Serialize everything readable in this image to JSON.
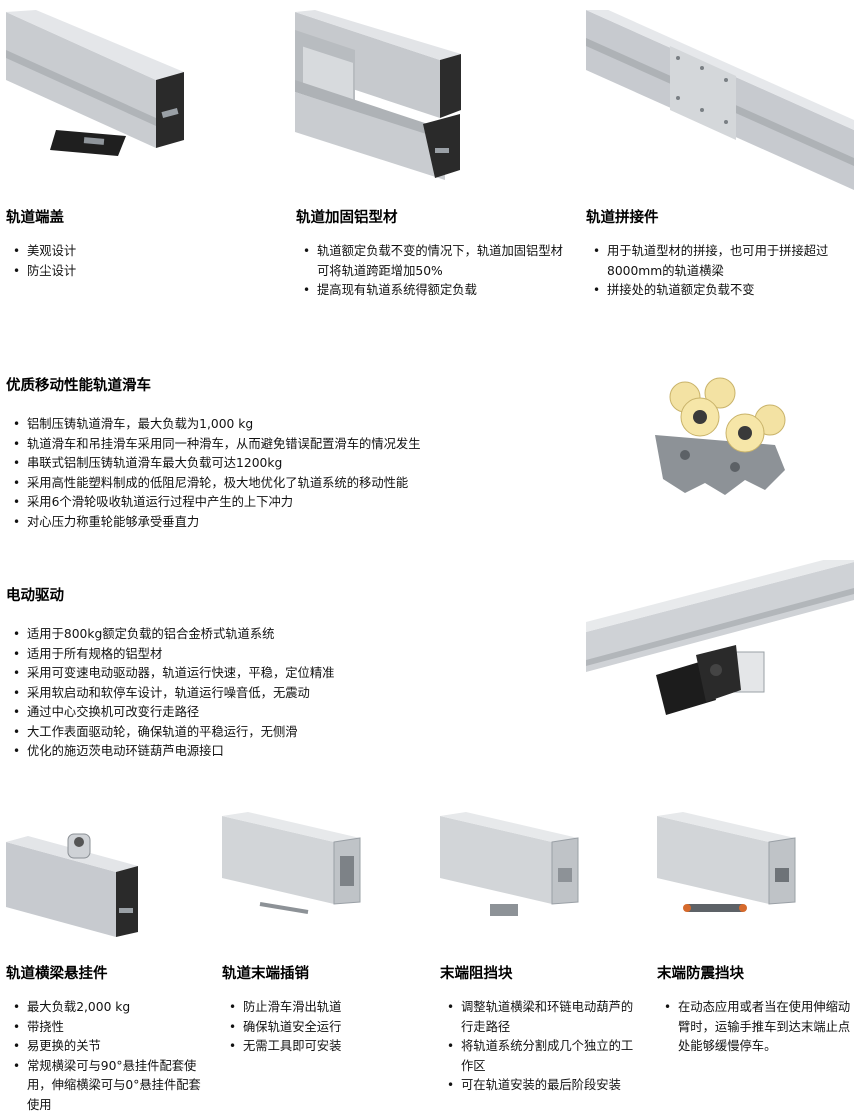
{
  "top": [
    {
      "title": "轨道端盖",
      "items": [
        "美观设计",
        "防尘设计"
      ]
    },
    {
      "title": "轨道加固铝型材",
      "items": [
        "轨道额定负载不变的情况下，轨道加固铝型材可将轨道跨距增加50%",
        "提高现有轨道系统得额定负载"
      ]
    },
    {
      "title": "轨道拼接件",
      "items": [
        "用于轨道型材的拼接，也可用于拼接超过8000mm的轨道横梁",
        "拼接处的轨道额定负载不变"
      ]
    }
  ],
  "trolley": {
    "title": "优质移动性能轨道滑车",
    "items": [
      "铝制压铸轨道滑车，最大负载为1,000 kg",
      "轨道滑车和吊挂滑车采用同一种滑车，从而避免错误配置滑车的情况发生",
      "串联式铝制压铸轨道滑车最大负载可达1200kg",
      "采用高性能塑料制成的低阻尼滑轮，极大地优化了轨道系统的移动性能",
      "采用6个滑轮吸收轨道运行过程中产生的上下冲力",
      "对心压力称重轮能够承受垂直力"
    ]
  },
  "drive": {
    "title": "电动驱动",
    "items": [
      "适用于800kg额定负载的铝合金桥式轨道系统",
      "适用于所有规格的铝型材",
      "采用可变速电动驱动器，轨道运行快速，平稳，定位精准",
      "采用软启动和软停车设计，轨道运行噪音低，无震动",
      "通过中心交换机可改变行走路径",
      "大工作表面驱动轮，确保轨道的平稳运行，无侧滑",
      "优化的施迈茨电动环链葫芦电源接口"
    ]
  },
  "bottom": [
    {
      "title": "轨道横梁悬挂件",
      "items": [
        "最大负载2,000 kg",
        "带挠性",
        "易更换的关节",
        "常规横梁可与90°悬挂件配套使用，伸缩横梁可与0°悬挂件配套使用"
      ]
    },
    {
      "title": "轨道末端插销",
      "items": [
        "防止滑车滑出轨道",
        "确保轨道安全运行",
        "无需工具即可安装"
      ]
    },
    {
      "title": "末端阻挡块",
      "items": [
        "调整轨道横梁和环链电动葫芦的行走路径",
        "将轨道系统分割成几个独立的工作区",
        "可在轨道安装的最后阶段安装"
      ]
    },
    {
      "title": "末端防震挡块",
      "items": [
        "在动态应用或者当在使用伸缩动臂时，运输手推车到达末端止点处能够缓慢停车。"
      ]
    }
  ]
}
